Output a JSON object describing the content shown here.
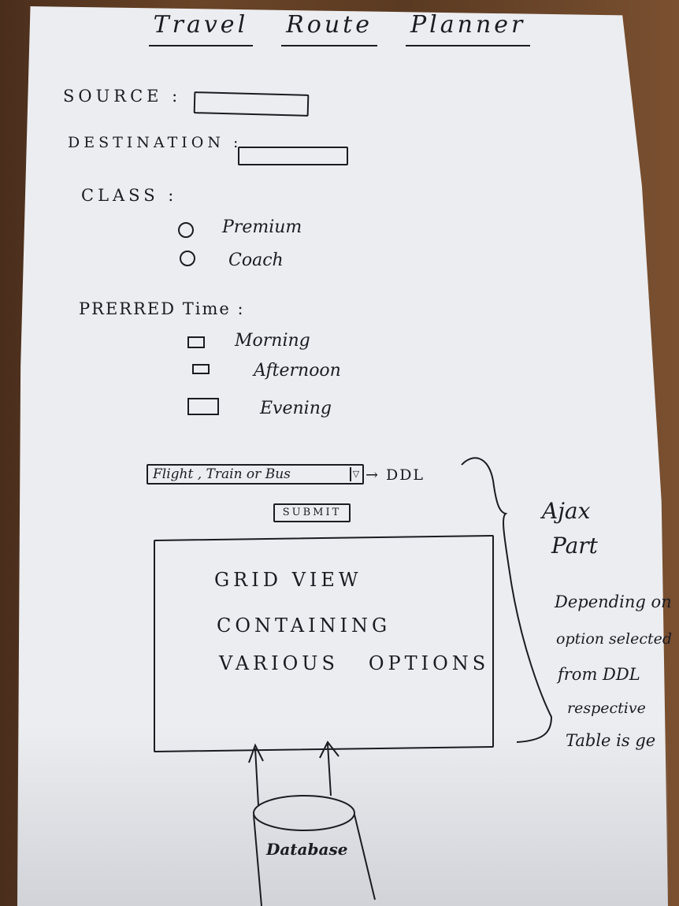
{
  "title": [
    "Travel",
    "Route",
    "Planner"
  ],
  "form": {
    "source_label": "SOURCE :",
    "destination_label": "DESTINATION :",
    "class_label": "CLASS :",
    "class_options": [
      "Premium",
      "Coach"
    ],
    "time_label": "PRERRED Time :",
    "time_options": [
      "Morning",
      "Afternoon",
      "Evening"
    ],
    "ddl_value": "Flight , Train or Bus",
    "ddl_arrow": "▽",
    "ddl_note": "→ DDL",
    "submit_label": "SUBMIT"
  },
  "grid": {
    "lines": [
      "GRID VIEW",
      "CONTAINING",
      "VARIOUS   OPTIONS"
    ]
  },
  "database_label": "Database",
  "side_note": {
    "heading": [
      "Ajax",
      "Part"
    ],
    "lines": [
      "Depending on",
      "option selected",
      "from DDL",
      "respective",
      "Table is ge"
    ]
  }
}
